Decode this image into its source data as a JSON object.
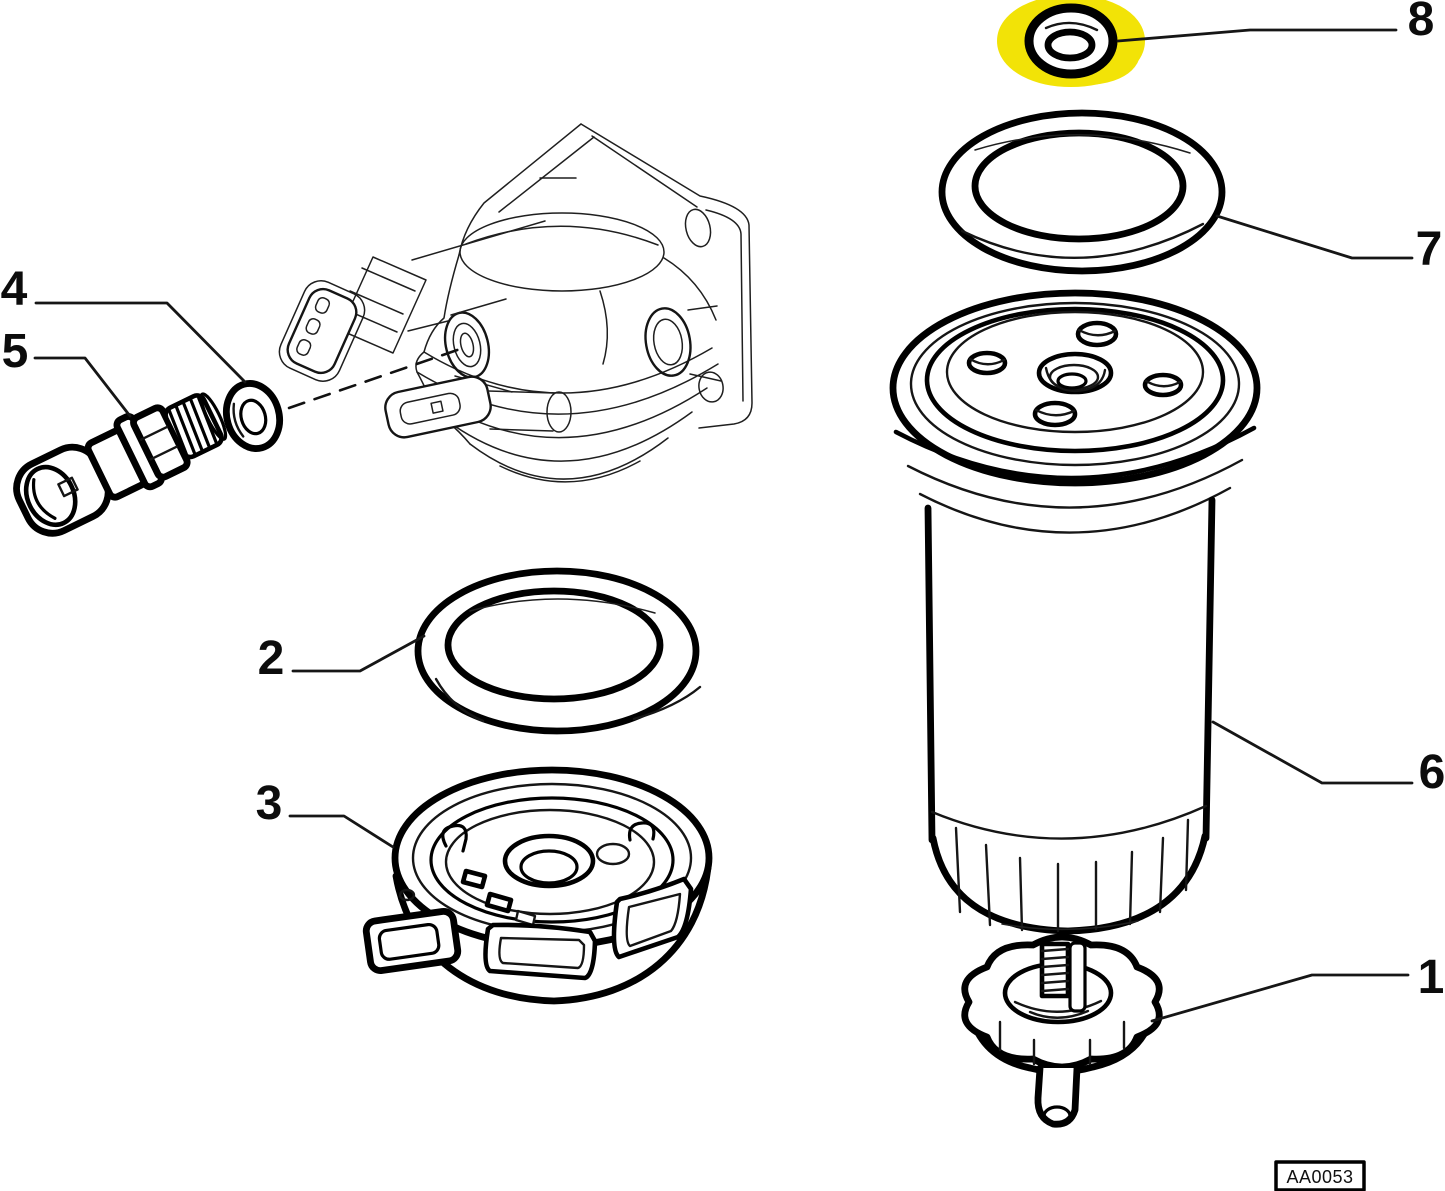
{
  "diagram": {
    "kind": "exploded-parts-diagram",
    "subject": "fuel-filter-assembly",
    "drawing_code": "AA0053",
    "colors": {
      "line": "#000000",
      "background": "#ffffff",
      "highlight": "#f2e307"
    },
    "callouts": [
      {
        "number": "1",
        "part": "drain-tap-knob"
      },
      {
        "number": "2",
        "part": "head-seal-ring"
      },
      {
        "number": "3",
        "part": "heater-element"
      },
      {
        "number": "4",
        "part": "sensor-seal-washer"
      },
      {
        "number": "5",
        "part": "water-detector-sensor"
      },
      {
        "number": "6",
        "part": "fuel-filter-cartridge"
      },
      {
        "number": "7",
        "part": "cartridge-seal-ring"
      },
      {
        "number": "8",
        "part": "small-o-ring"
      }
    ],
    "highlighted_callout": "8"
  }
}
